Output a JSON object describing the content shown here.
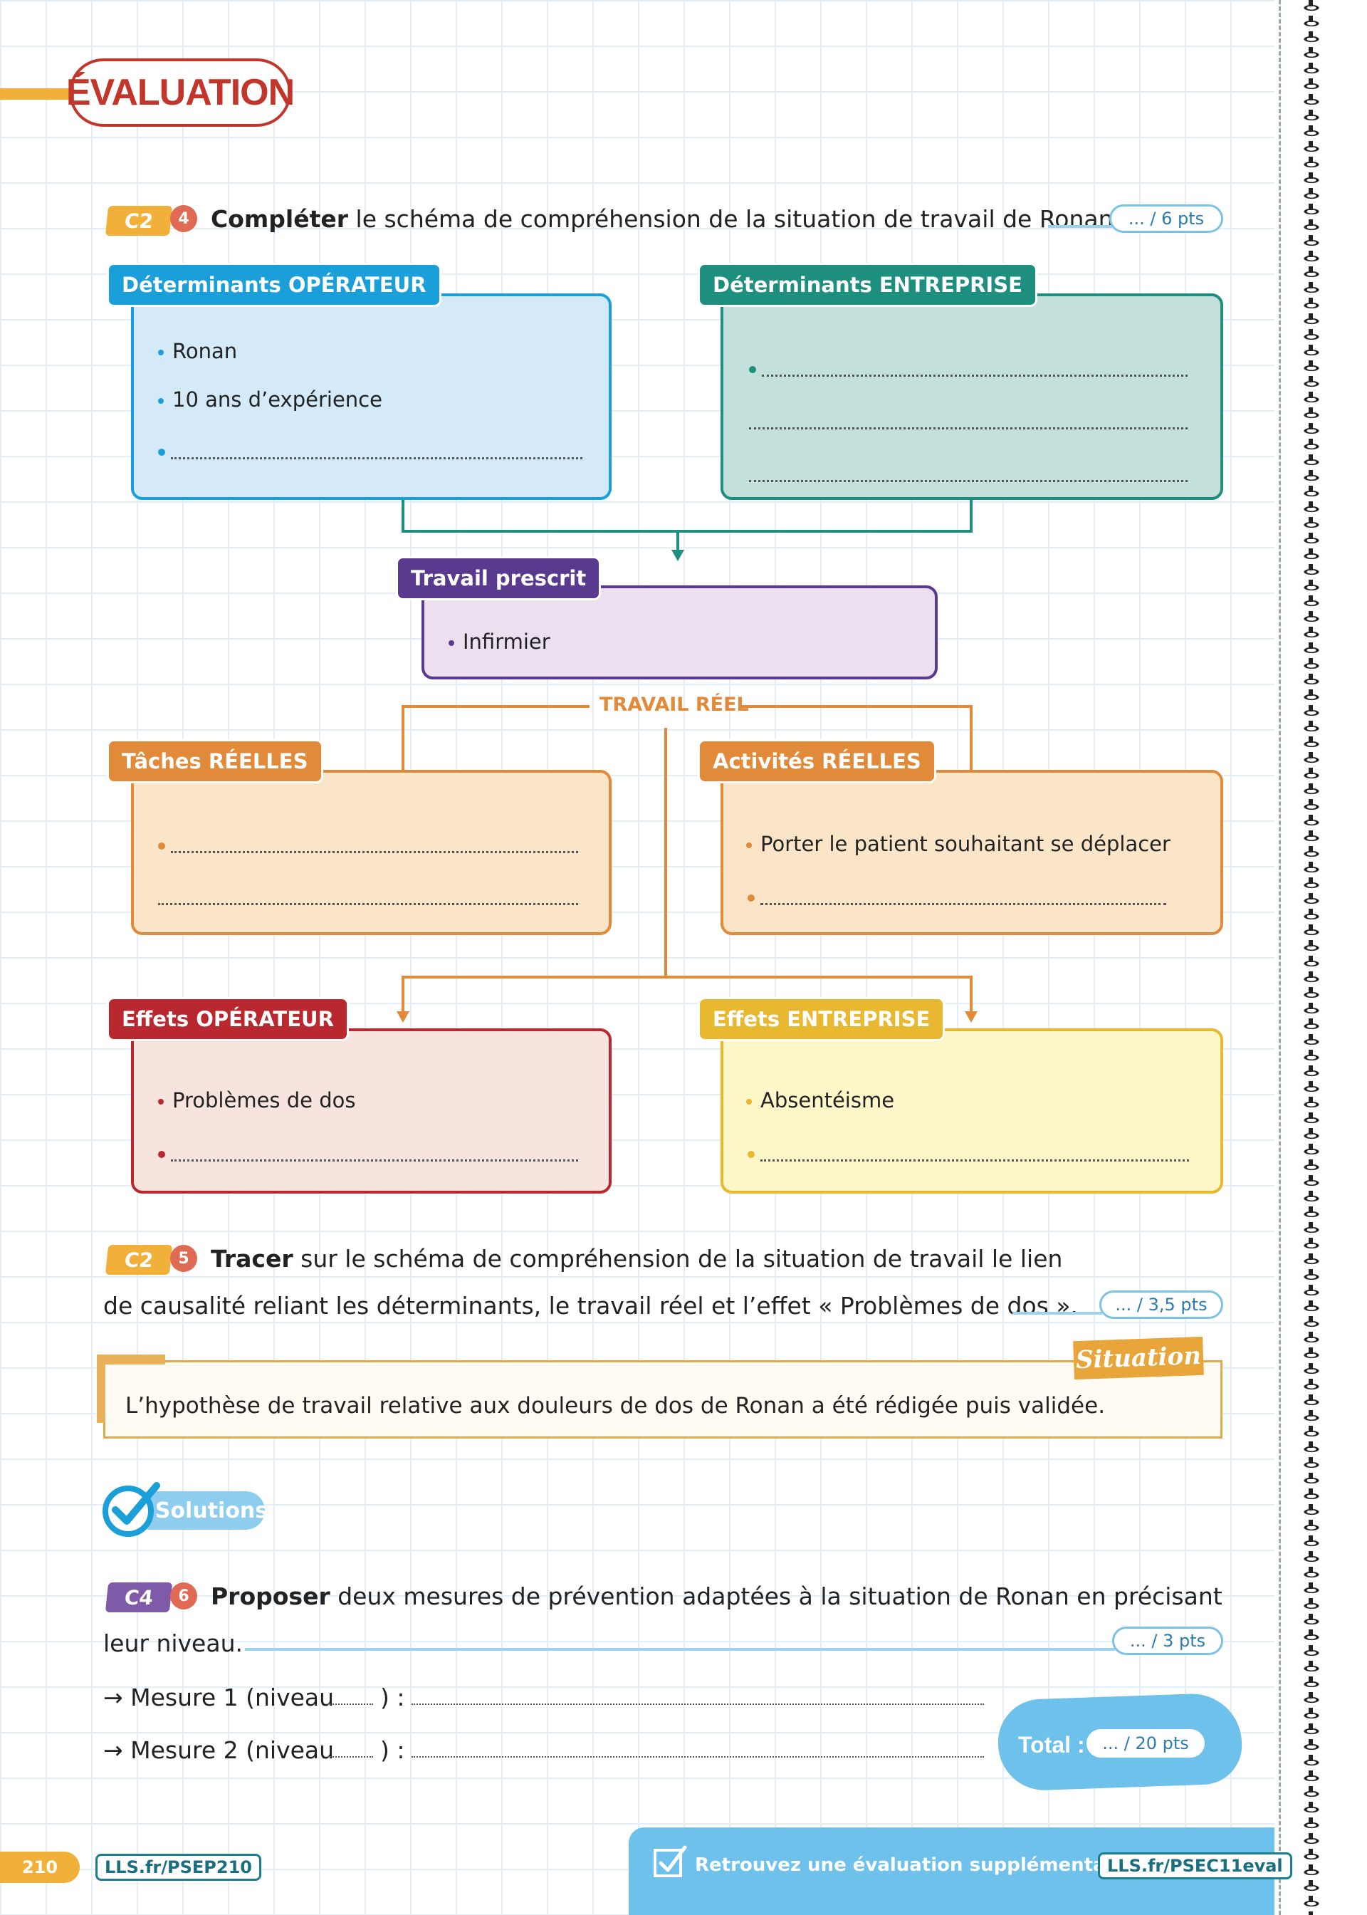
{
  "header": {
    "title": "ÉVALUATION"
  },
  "q4": {
    "skill": "C2",
    "number": "4",
    "verb": "Compléter",
    "text": " le schéma de compréhension de la situation de travail de Ronan.",
    "points": "... / 6 pts"
  },
  "schema": {
    "det_operateur": {
      "label": "Déterminants OPÉRATEUR",
      "items": [
        "Ronan",
        "10 ans d’expérience"
      ]
    },
    "det_entreprise": {
      "label": "Déterminants ENTREPRISE"
    },
    "travail_prescrit": {
      "label": "Travail prescrit",
      "items": [
        "Infirmier"
      ]
    },
    "travail_reel": {
      "label": "TRAVAIL RÉEL"
    },
    "taches_reelles": {
      "label": "Tâches RÉELLES"
    },
    "activites_reelles": {
      "label": "Activités RÉELLES",
      "items": [
        "Porter le patient souhaitant se déplacer"
      ]
    },
    "effets_operateur": {
      "label": "Effets OPÉRATEUR",
      "items": [
        "Problèmes de dos"
      ]
    },
    "effets_entreprise": {
      "label": "Effets ENTREPRISE",
      "items": [
        "Absentéisme"
      ]
    }
  },
  "q5": {
    "skill": "C2",
    "number": "5",
    "verb": "Tracer",
    "line1": " sur le schéma de compréhension de la situation de travail le lien",
    "line2": "de causalité reliant les déterminants, le travail réel et l’effet « Problèmes de dos ».",
    "points": "... / 3,5 pts"
  },
  "situation": {
    "tag": "Situation",
    "text": "L’hypothèse de travail relative aux douleurs de dos de Ronan a été rédigée puis validée."
  },
  "solutions": {
    "label": "Solutions"
  },
  "q6": {
    "skill": "C4",
    "number": "6",
    "verb": "Proposer",
    "line1": " deux mesures de prévention adaptées à la situation de Ronan en précisant",
    "line2": "leur niveau.",
    "points": "... / 3 pts",
    "mesure1_pre": "→ Mesure 1 (niveau",
    "mesure1_post": ") :",
    "mesure2_pre": "→ Mesure 2 (niveau",
    "mesure2_post": ") :"
  },
  "total": {
    "label": "Total :",
    "points": "... / 20 pts"
  },
  "footer": {
    "page": "210",
    "lls_link": "LLS.fr/PSEP210",
    "promo_text": "Retrouvez une évaluation supplémentaire sur",
    "promo_link": "LLS.fr/PSEC11eval"
  },
  "colors": {
    "operateur": "#1a9fd8",
    "entreprise": "#1e8e7e",
    "prescrit": "#5a3a8e",
    "reel": "#e08a3a",
    "effets_op": "#b8282e",
    "effets_ent": "#e8b830"
  }
}
